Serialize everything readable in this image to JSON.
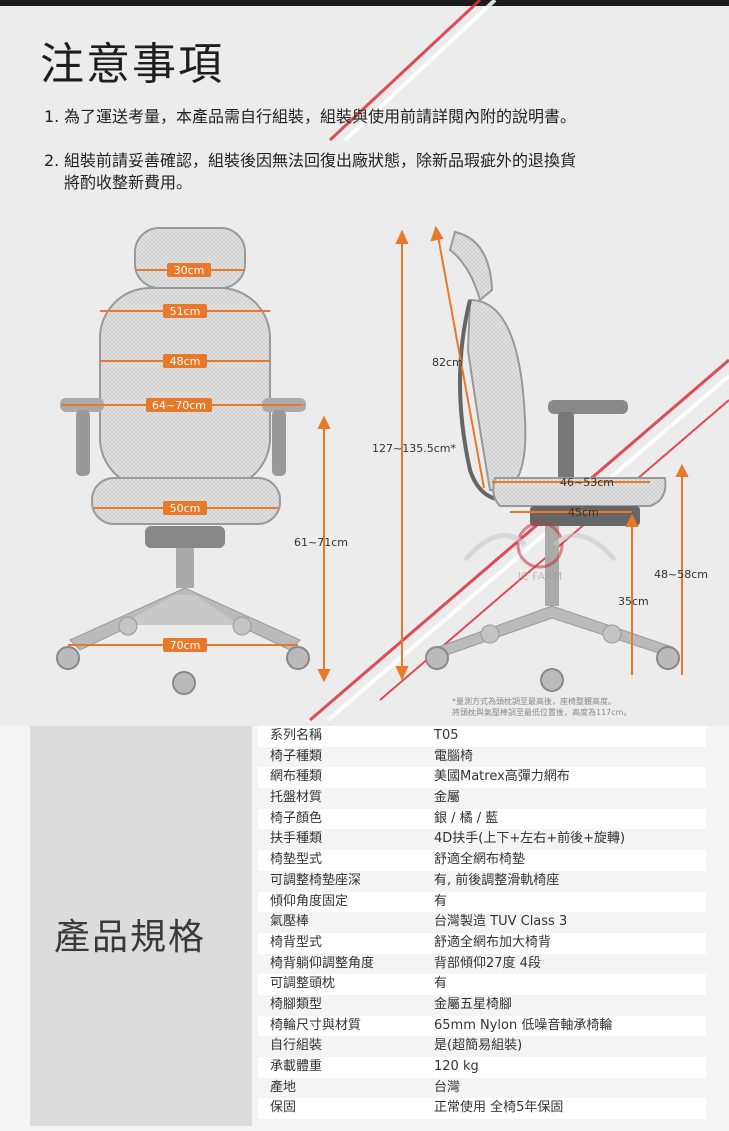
{
  "title": "注意事項",
  "notes": [
    {
      "number": "1.",
      "text": "為了運送考量，本產品需自行組裝，組裝與使用前請詳閱內附的說明書。"
    },
    {
      "number": "2.",
      "line1": "組裝前請妥善確認，組裝後因無法回復出廠狀態，除新品瑕疵外的退換貨",
      "line2": "將酌收整新費用。"
    }
  ],
  "front_dims": {
    "headrest": "30cm",
    "back_top": "51cm",
    "back_mid": "48cm",
    "arm_width": "64~70cm",
    "seat": "50cm",
    "base": "70cm",
    "seat_height": "61~71cm"
  },
  "side_dims": {
    "back_height": "82cm",
    "total_height": "127~135.5cm*",
    "seat_depth": "46~53cm",
    "seat_inner": "45cm",
    "arm_height": "48~58cm",
    "seat_to_floor": "35cm"
  },
  "watermark": "JC FARM",
  "footnote": {
    "line1": "*量測方式為頭枕調至最高後，座椅整體高度。",
    "line2": "將頭枕與氣壓棒調至最低位置後，高度為117cm。"
  },
  "specs_title": "產品規格",
  "specs": [
    {
      "key": "系列名稱",
      "value": "T05"
    },
    {
      "key": "椅子種類",
      "value": "電腦椅"
    },
    {
      "key": "網布種類",
      "value": "美國Matrex高彈力網布"
    },
    {
      "key": "托盤材質",
      "value": "金屬"
    },
    {
      "key": "椅子顏色",
      "value": "銀 / 橘 / 藍"
    },
    {
      "key": "扶手種類",
      "value": "4D扶手(上下+左右+前後+旋轉)"
    },
    {
      "key": "椅墊型式",
      "value": "舒適全網布椅墊"
    },
    {
      "key": "可調整椅墊座深",
      "value": "有, 前後調整滑軌椅座"
    },
    {
      "key": "傾仰角度固定",
      "value": "有"
    },
    {
      "key": "氣壓棒",
      "value": "台灣製造 TUV Class 3"
    },
    {
      "key": "椅背型式",
      "value": "舒適全網布加大椅背"
    },
    {
      "key": "椅背躺仰調整角度",
      "value": "背部傾仰27度 4段"
    },
    {
      "key": "可調整頭枕",
      "value": "有"
    },
    {
      "key": "椅腳類型",
      "value": "金屬五星椅腳"
    },
    {
      "key": "椅輪尺寸與材質",
      "value": "65mm Nylon 低噪音軸承椅輪"
    },
    {
      "key": "自行組裝",
      "value": "是(超簡易組裝)"
    },
    {
      "key": "承載體重",
      "value": "120 kg"
    },
    {
      "key": "產地",
      "value": "台灣"
    },
    {
      "key": "保固",
      "value": "正常使用 全椅5年保固"
    }
  ],
  "colors": {
    "accent": "#e8782a",
    "stripe": "#d9313c",
    "label_bg": "#dcdcdc"
  }
}
